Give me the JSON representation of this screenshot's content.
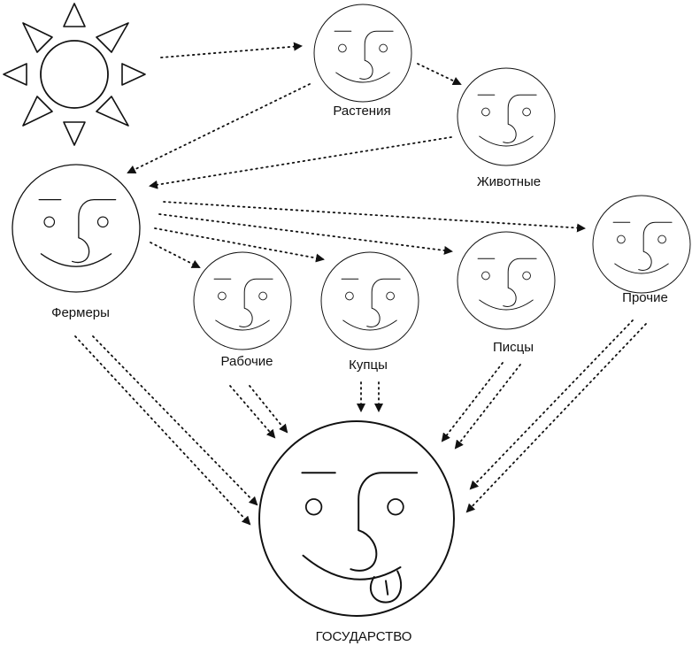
{
  "nodes": {
    "plants": {
      "label": "Растения"
    },
    "animals": {
      "label": "Животные"
    },
    "farmers": {
      "label": "Фермеры"
    },
    "workers": {
      "label": "Рабочие"
    },
    "merchants": {
      "label": "Купцы"
    },
    "scribes": {
      "label": "Писцы"
    },
    "others": {
      "label": "Прочие"
    },
    "state": {
      "label": "ГОСУДАРСТВО"
    }
  },
  "colors": {
    "ink": "#111111",
    "background": "#ffffff"
  },
  "icons": {
    "source": "sun-icon",
    "node": "smiling-face-icon",
    "state": "tongue-out-face-icon"
  }
}
